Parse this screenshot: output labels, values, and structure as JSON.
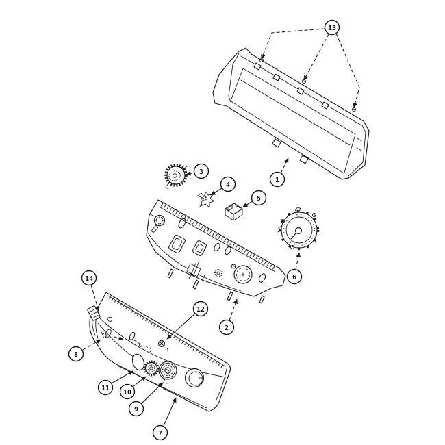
{
  "page": {
    "background_color": "#ffffff",
    "ink_color": "#1b1b1b"
  },
  "diagram": {
    "type": "exploded-parts-diagram",
    "callouts": {
      "c1": {
        "label": "1"
      },
      "c2": {
        "label": "2"
      },
      "c3": {
        "label": "3"
      },
      "c4": {
        "label": "4"
      },
      "c5": {
        "label": "5"
      },
      "c6": {
        "label": "6"
      },
      "c7": {
        "label": "7"
      },
      "c8": {
        "label": "8"
      },
      "c9": {
        "label": "9"
      },
      "c10": {
        "label": "10"
      },
      "c11": {
        "label": "11"
      },
      "c12": {
        "label": "12"
      },
      "c13": {
        "label": "13"
      },
      "c14": {
        "label": "14"
      }
    }
  }
}
